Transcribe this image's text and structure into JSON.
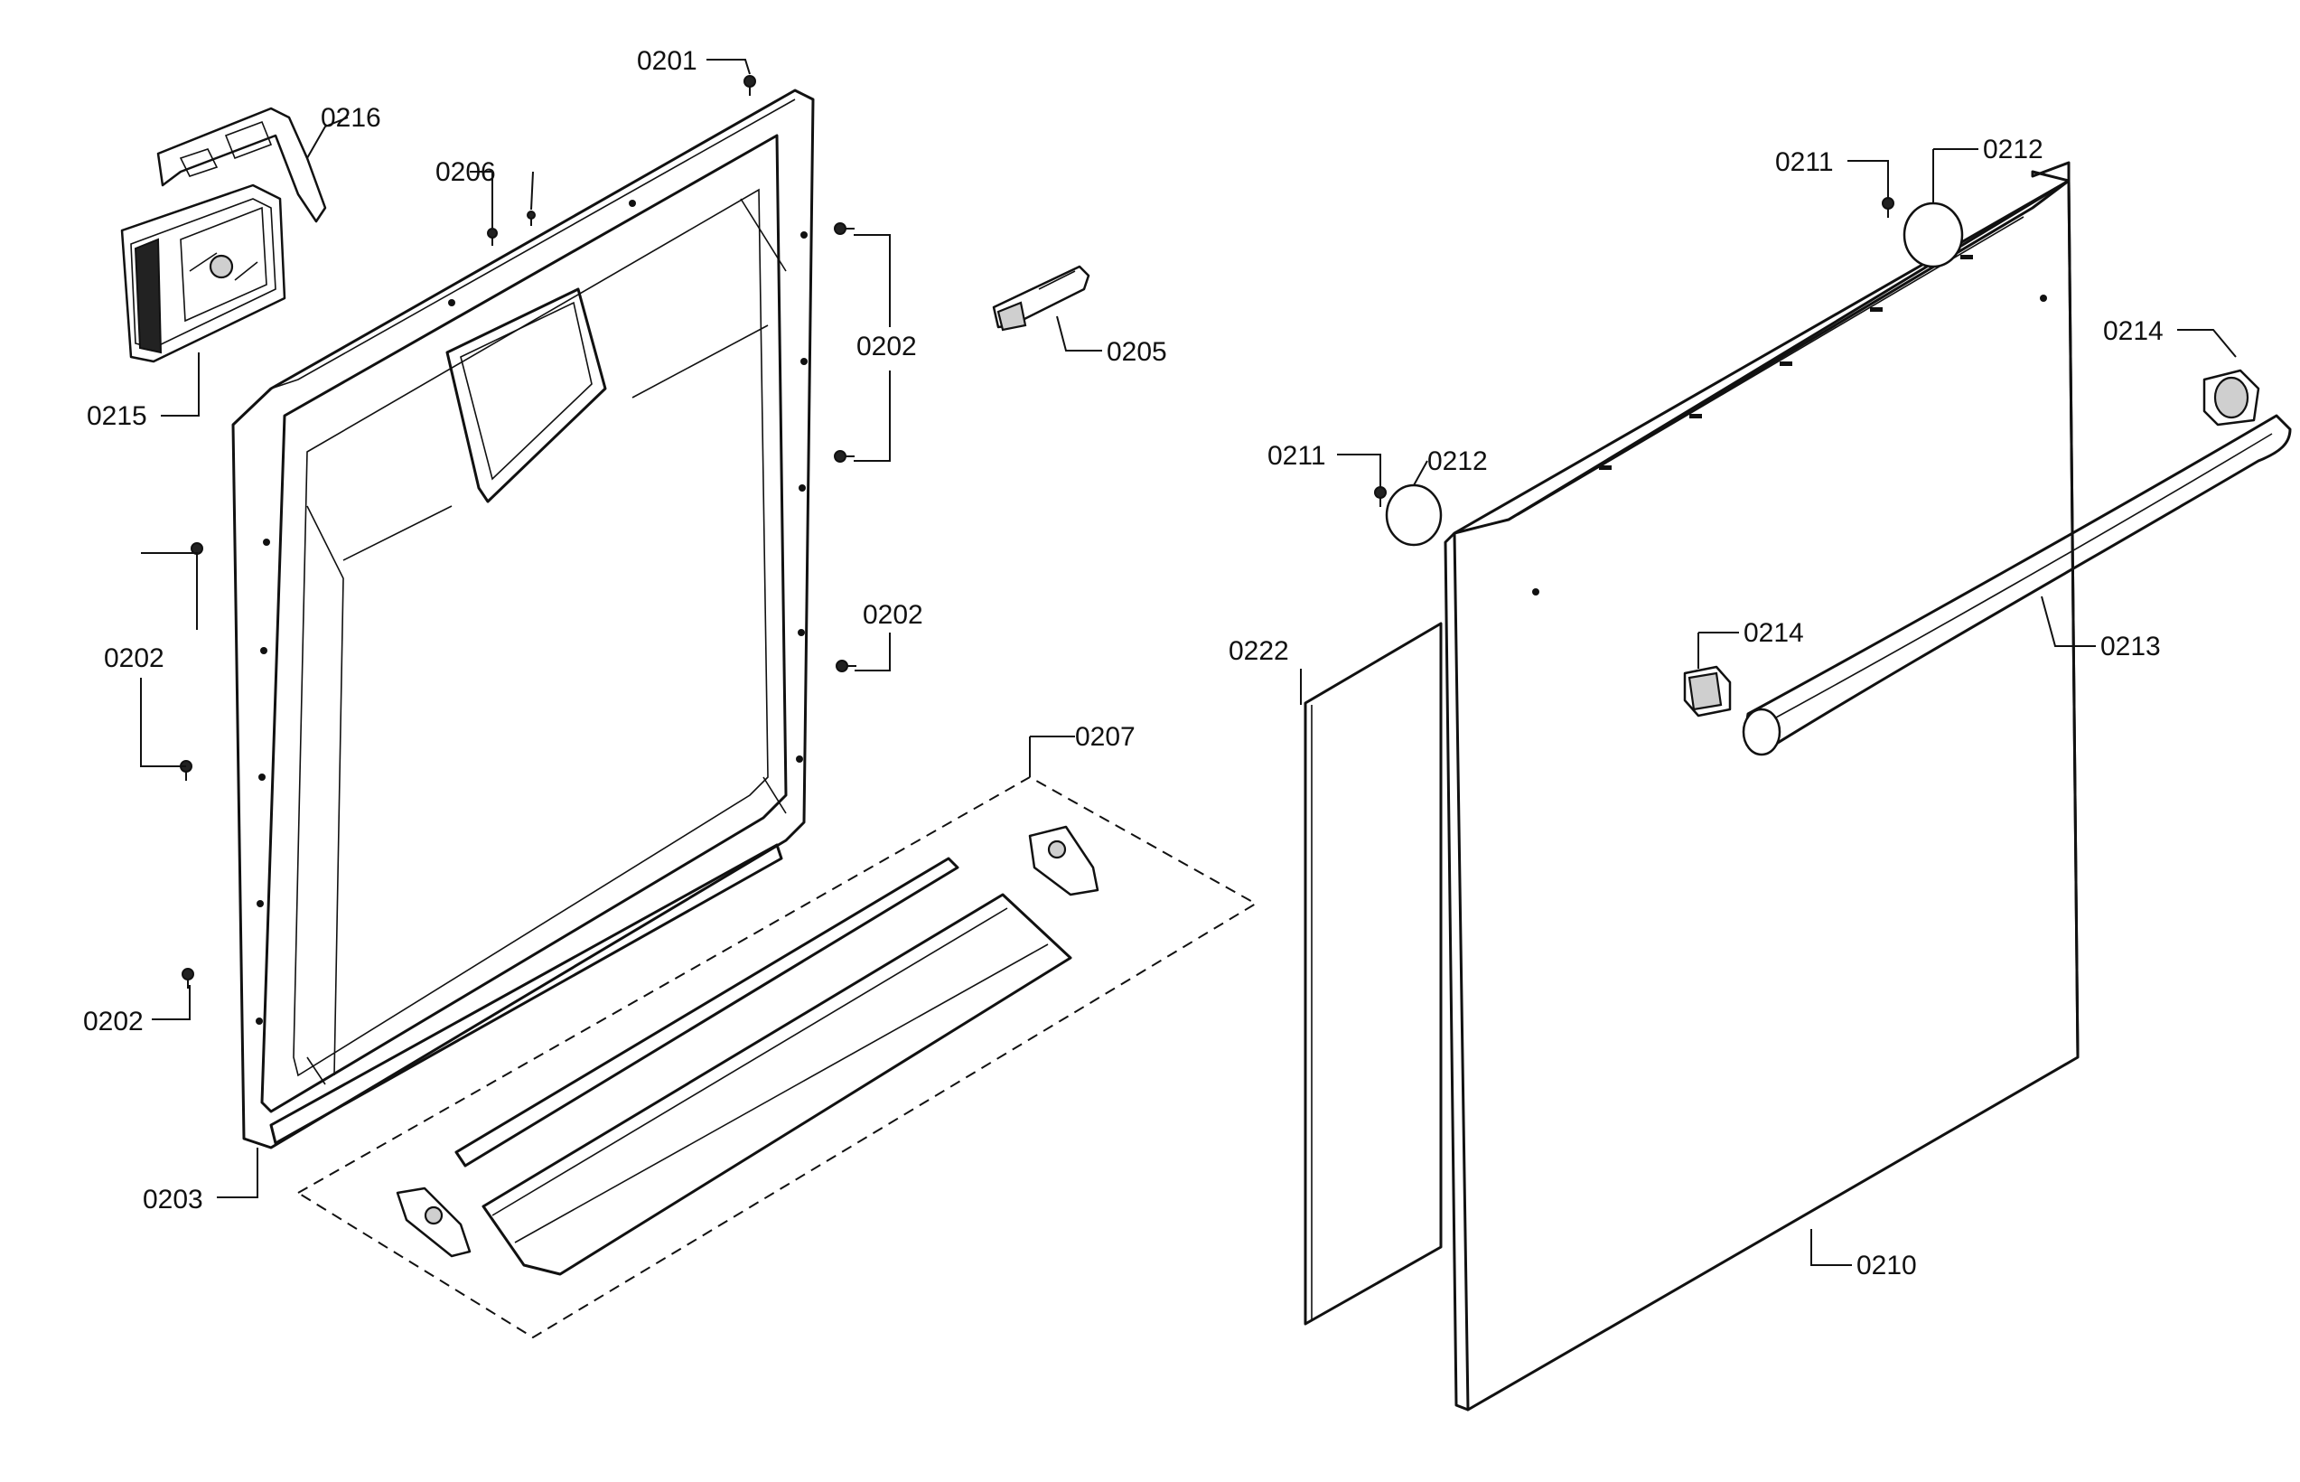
{
  "labels": {
    "p0201": "0201",
    "p0216": "0216",
    "p0206": "0206",
    "p0202_top": "0202",
    "p0205": "0205",
    "p0215": "0215",
    "p0202_left": "0202",
    "p0202_mid": "0202",
    "p0207": "0207",
    "p0202_bottom": "0202",
    "p0203": "0203",
    "p0211_top": "0211",
    "p0212_top": "0212",
    "p0214_top": "0214",
    "p0211_mid": "0211",
    "p0212_mid": "0212",
    "p0222": "0222",
    "p0214_mid": "0214",
    "p0213": "0213",
    "p0210": "0210"
  },
  "colors": {
    "line": "#111111",
    "background": "#ffffff"
  }
}
